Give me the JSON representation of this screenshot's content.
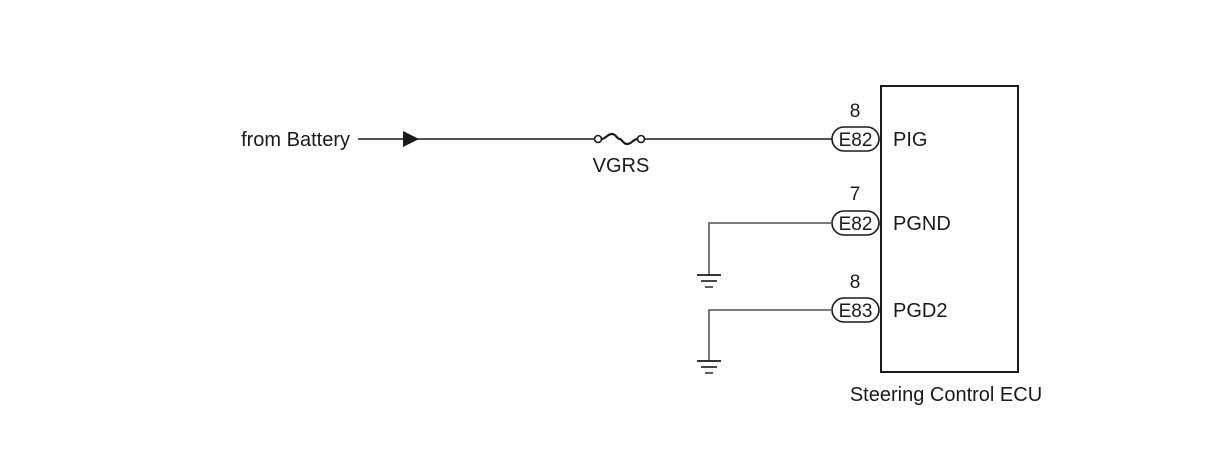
{
  "source": {
    "label": "from Battery"
  },
  "fuse": {
    "label": "VGRS"
  },
  "ecu": {
    "label": "Steering Control ECU"
  },
  "terminals": [
    {
      "pin": "8",
      "connector": "E82",
      "name": "PIG"
    },
    {
      "pin": "7",
      "connector": "E82",
      "name": "PGND"
    },
    {
      "pin": "8",
      "connector": "E83",
      "name": "PGD2"
    }
  ],
  "colors": {
    "ink": "#1a1a1a",
    "ground_wire": "#6a6a6a",
    "background": "#ffffff"
  }
}
